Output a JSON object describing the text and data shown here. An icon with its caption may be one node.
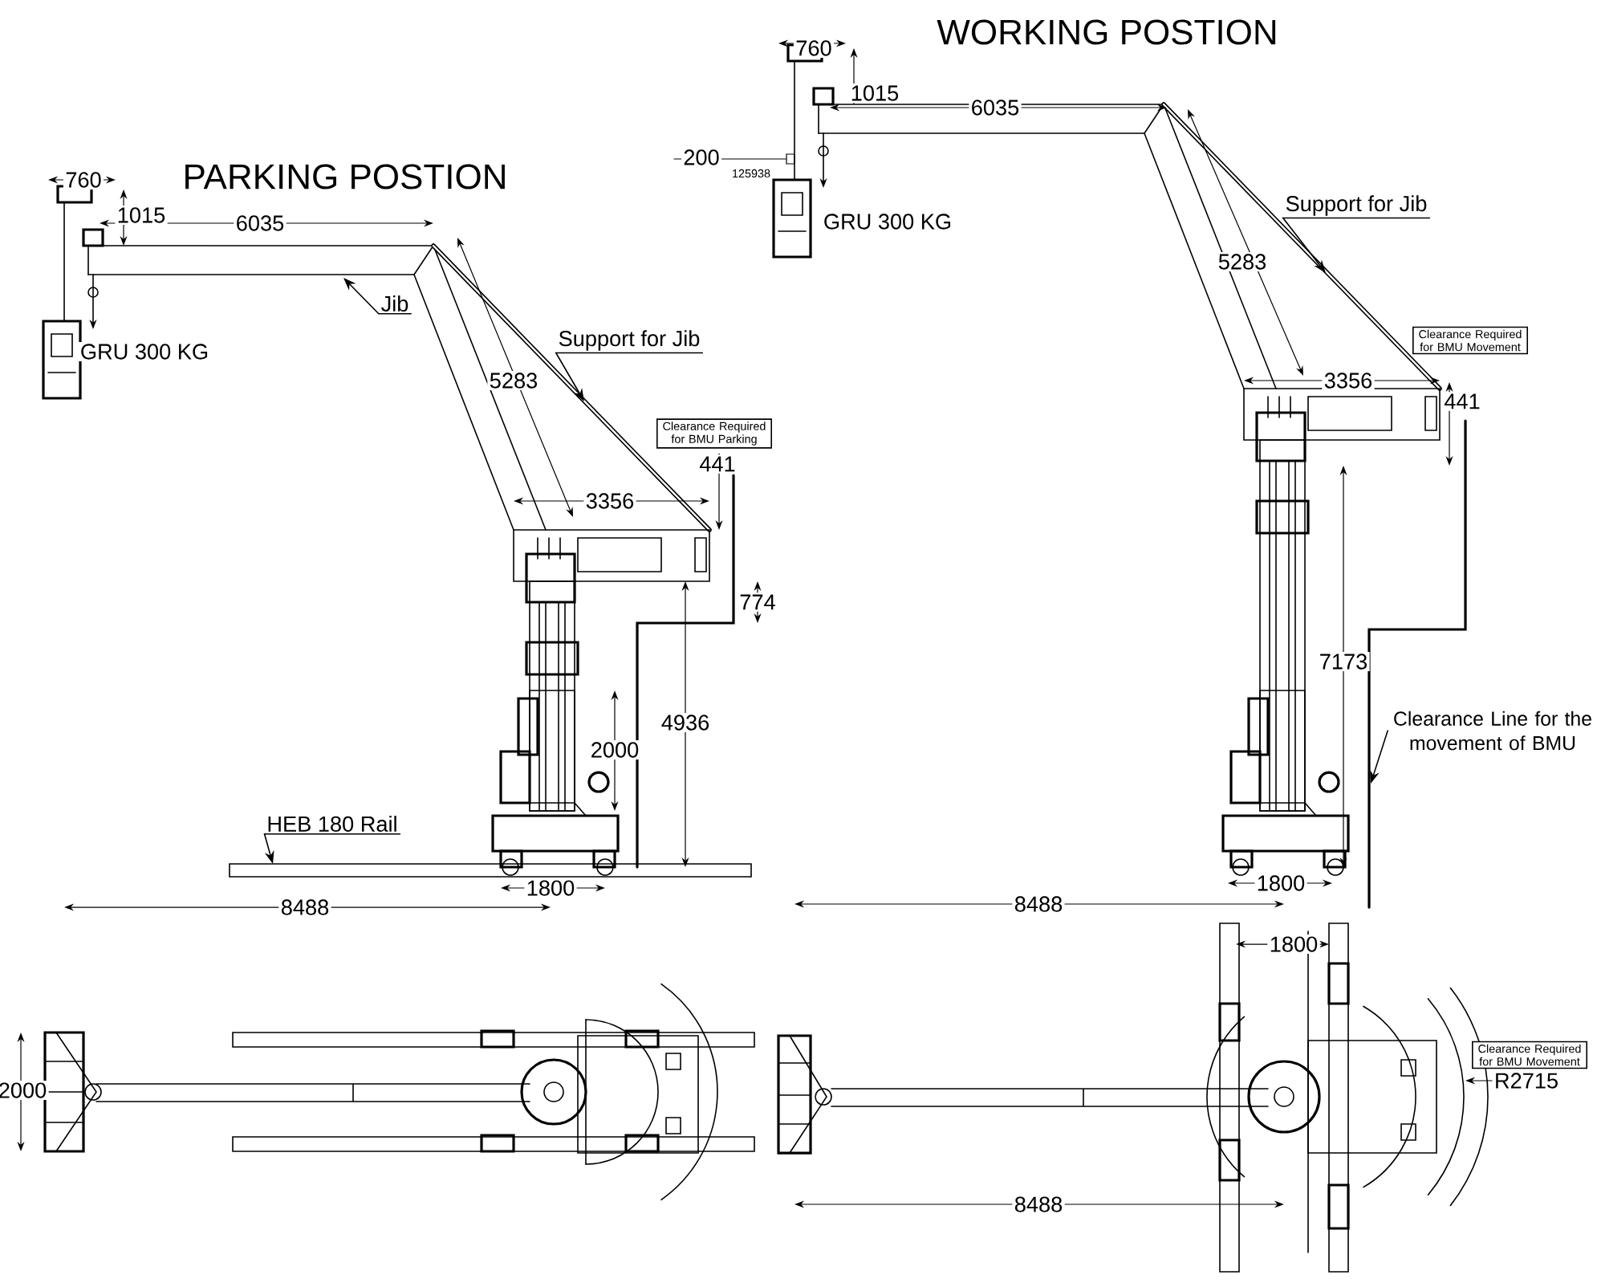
{
  "diagram": {
    "nodes": [
      {
        "text": [
          "Clearance Required for BMU Parking"
        ]
      },
      {
        "text": [
          "Clearance Required for BMU Movement"
        ]
      },
      {
        "text": [
          "Clearance Required for BMU Movement"
        ]
      },
      {
        "text": [
          "Jib"
        ]
      },
      {
        "text": [
          "Support  for Jib"
        ]
      },
      {
        "text": [
          "Support  for Jib"
        ]
      },
      {
        "text": [
          "HEB 180 Rail"
        ]
      },
      {
        "text": [
          "Clearance Line for the movement of BMU"
        ]
      }
    ],
    "edges": [
      {
        "from": 3,
        "to": null,
        "arrow": "to"
      },
      {
        "from": 4,
        "to": null,
        "arrow": "to"
      },
      {
        "from": 5,
        "to": null,
        "arrow": "to"
      },
      {
        "from": 6,
        "to": null,
        "arrow": "to"
      },
      {
        "from": 7,
        "to": null,
        "arrow": "to"
      }
    ],
    "labels": [
      "PARKING POSTION",
      "760",
      "1015",
      "6035",
      "GRU 300 KG",
      "5283",
      "441",
      "3356",
      "774",
      "4936",
      "2000",
      "1800",
      "8488",
      "WORKING POSTION",
      "760",
      "1015",
      "6035",
      "200",
      "125938",
      "GRU 300 KG",
      "5283",
      "3356",
      "441",
      "7173",
      "1800",
      "8488",
      "2000",
      "1800",
      "R2715",
      "8488"
    ]
  }
}
